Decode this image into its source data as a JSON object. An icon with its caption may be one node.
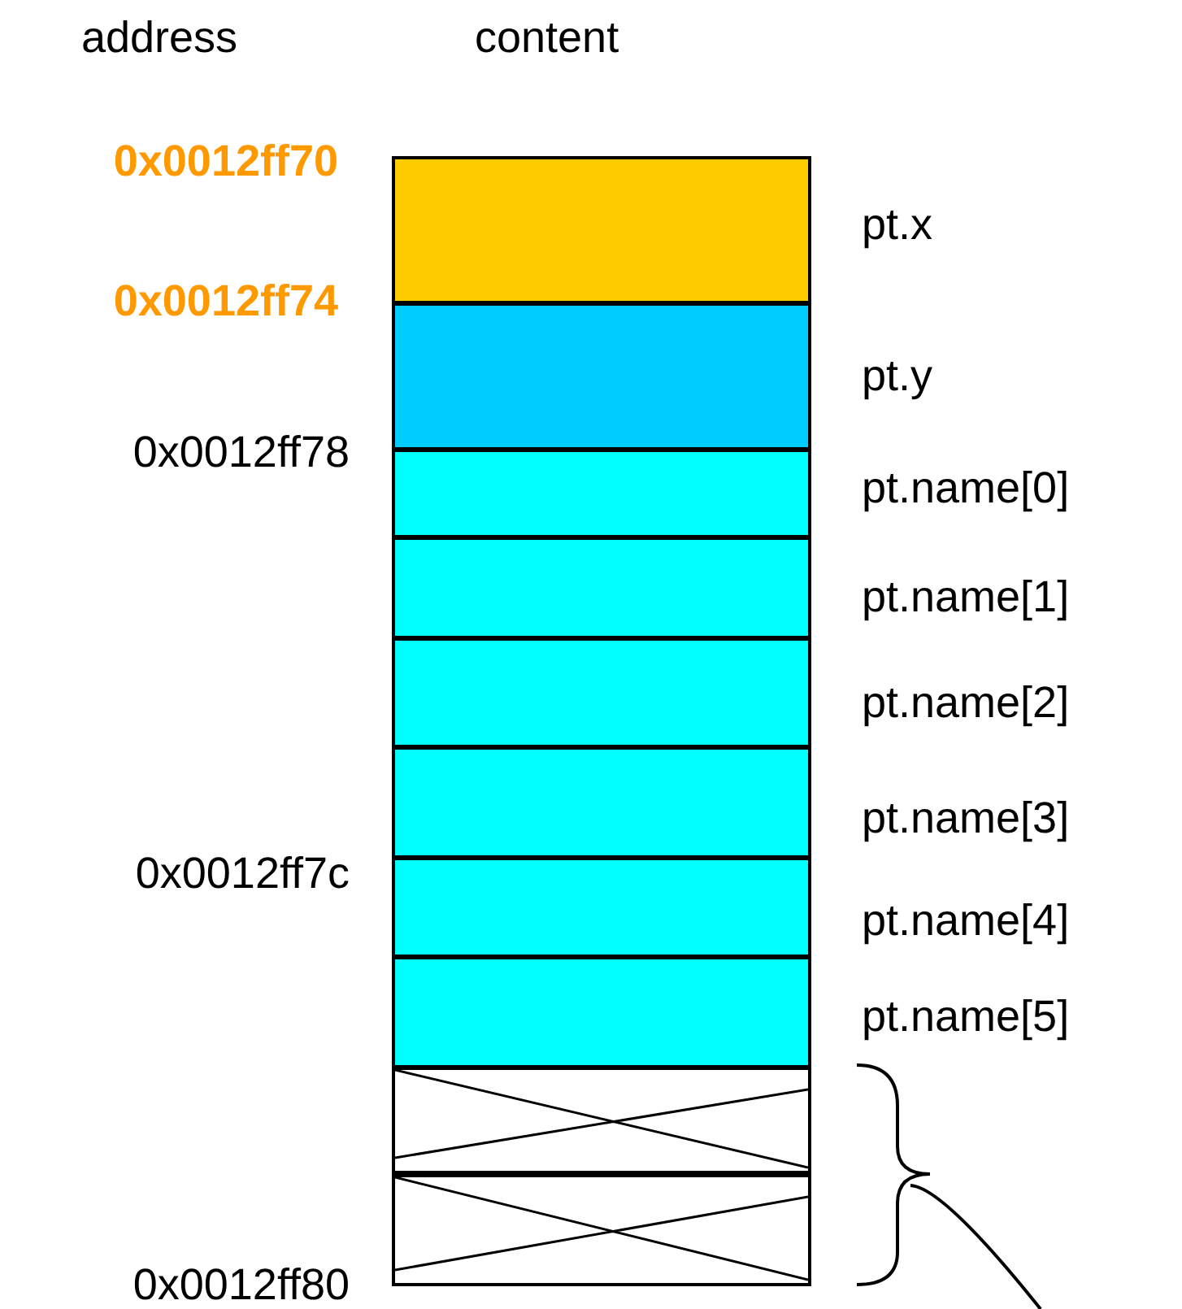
{
  "diagram": {
    "nodes": [
      {
        "text": [],
        "shape": "box",
        "beside": [
          "pt.x"
        ]
      },
      {
        "text": [],
        "shape": "box",
        "beside": [
          "pt.y"
        ]
      },
      {
        "text": [],
        "shape": "box",
        "beside": [
          "pt.name[0]"
        ]
      },
      {
        "text": [],
        "shape": "box",
        "beside": [
          "pt.name[1]"
        ]
      },
      {
        "text": [],
        "shape": "box",
        "beside": [
          "pt.name[2]"
        ]
      },
      {
        "text": [],
        "shape": "box",
        "beside": [
          "pt.name[3]"
        ]
      },
      {
        "text": [],
        "shape": "box",
        "beside": [
          "pt.name[4]"
        ]
      },
      {
        "text": [],
        "shape": "box",
        "beside": [
          "pt.name[5]"
        ]
      },
      {
        "text": [],
        "shape": "box"
      },
      {
        "text": [],
        "shape": "box"
      }
    ],
    "labels": [
      "address",
      "content",
      "0x0012ff70",
      "0x0012ff74",
      "0x0012ff78",
      "0x0012ff7c",
      "0x0012ff80"
    ]
  }
}
